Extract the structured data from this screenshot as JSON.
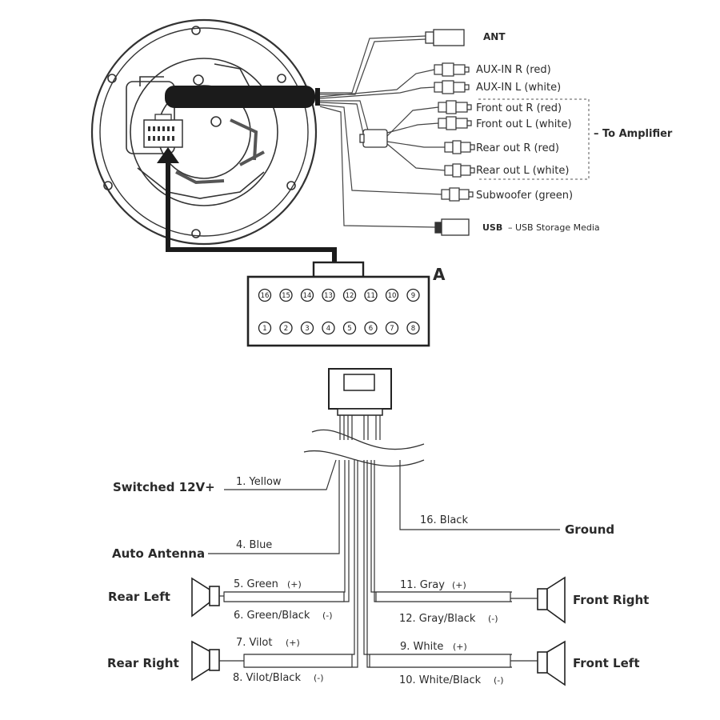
{
  "unit_outputs": [
    {
      "key": "ant",
      "label": "ANT"
    },
    {
      "key": "aux_r",
      "label": "AUX-IN R (red)"
    },
    {
      "key": "aux_l",
      "label": "AUX-IN L (white)"
    },
    {
      "key": "front_r",
      "label": "Front out R (red)"
    },
    {
      "key": "front_l",
      "label": "Front out L (white)"
    },
    {
      "key": "rear_r",
      "label": "Rear out R (red)"
    },
    {
      "key": "rear_l",
      "label": "Rear out L (white)"
    },
    {
      "key": "sub",
      "label": "Subwoofer (green)"
    },
    {
      "key": "usb",
      "label": "USB",
      "sub": "– USB Storage Media"
    }
  ],
  "amplifier_label": "– To Amplifier",
  "connector": {
    "label": "A",
    "top_pins": [
      "16",
      "15",
      "14",
      "13",
      "12",
      "11",
      "10",
      "9"
    ],
    "bottom_pins": [
      "1",
      "2",
      "3",
      "4",
      "5",
      "6",
      "7",
      "8"
    ]
  },
  "harness": {
    "switched": {
      "target": "Switched 12V+",
      "wire": "1. Yellow"
    },
    "antenna": {
      "target": "Auto Antenna",
      "wire": "4. Blue"
    },
    "ground": {
      "target": "Ground",
      "wire": "16. Black"
    }
  },
  "speakers": [
    {
      "key": "rear_left",
      "name": "Rear Left",
      "pos_wire": "5. Green",
      "neg_wire": "6. Green/Black",
      "pos": "(+)",
      "neg": "(-)"
    },
    {
      "key": "rear_right",
      "name": "Rear Right",
      "pos_wire": "7. Vilot",
      "neg_wire": "8. Vilot/Black",
      "pos": "(+)",
      "neg": "(-)"
    },
    {
      "key": "front_right",
      "name": "Front Right",
      "pos_wire": "11. Gray",
      "neg_wire": "12. Gray/Black",
      "pos": "(+)",
      "neg": "(-)"
    },
    {
      "key": "front_left",
      "name": "Front Left",
      "pos_wire": "9. White",
      "neg_wire": "10. White/Black",
      "pos": "(+)",
      "neg": "(-)"
    }
  ]
}
